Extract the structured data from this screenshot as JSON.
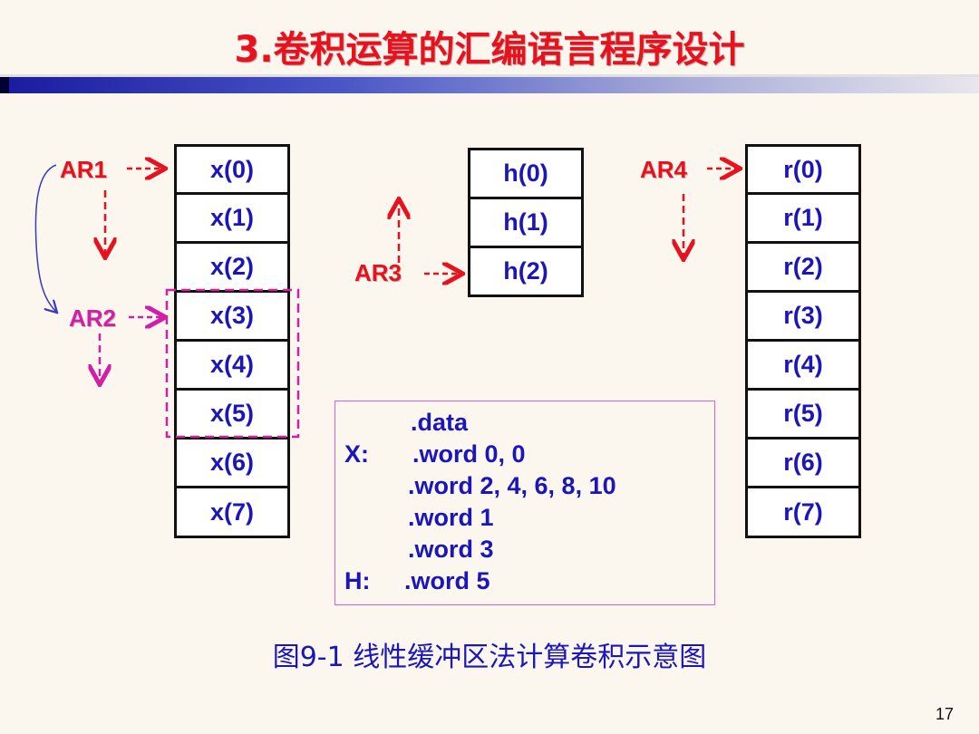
{
  "title": "3.卷积运算的汇编语言程序设计",
  "x_cells": [
    "x(0)",
    "x(1)",
    "x(2)",
    "x(3)",
    "x(4)",
    "x(5)",
    "x(6)",
    "x(7)"
  ],
  "h_cells": [
    "h(0)",
    "h(1)",
    "h(2)"
  ],
  "r_cells": [
    "r(0)",
    "r(1)",
    "r(2)",
    "r(3)",
    "r(4)",
    "r(5)",
    "r(6)",
    "r(7)"
  ],
  "pointers": {
    "ar1": "AR1",
    "ar2": "AR2",
    "ar3": "AR3",
    "ar4": "AR4"
  },
  "code": {
    "line1": ".data",
    "line2_label": "X:",
    "line2": ".word 0, 0",
    "line3": ".word 2, 4, 6, 8, 10",
    "line4": ".word 1",
    "line5": ".word 3",
    "line6_label": "H:",
    "line6": ".word 5"
  },
  "caption": "图9-1 线性缓冲区法计算卷积示意图",
  "page_number": "17",
  "colors": {
    "title": "#e8121e",
    "text": "#1b16b7",
    "pointer_red": "#e8121e",
    "pointer_pink": "#d020a8"
  }
}
